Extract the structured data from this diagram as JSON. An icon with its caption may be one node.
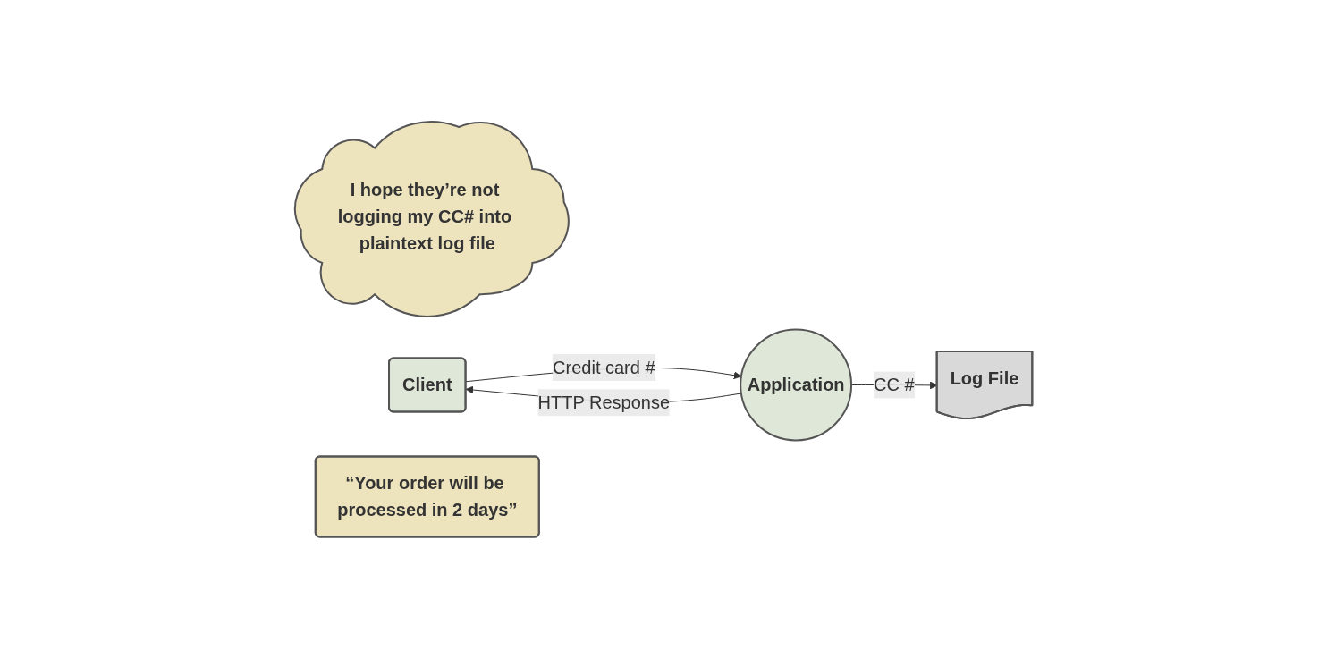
{
  "diagram": {
    "nodes": [
      {
        "text": [
          "I hope they’re not logging my CC# into plaintext log file"
        ]
      },
      {
        "text": [
          "Client"
        ]
      },
      {
        "text": [
          "Application"
        ]
      },
      {
        "text": [
          "Log File"
        ]
      },
      {
        "text": [
          "“Your order will be processed in 2 days”"
        ]
      }
    ],
    "edges": [
      {
        "from": 1,
        "to": 2,
        "label": "Credit card #",
        "arrow": "to"
      },
      {
        "from": 2,
        "to": 1,
        "label": "HTTP Response",
        "arrow": "to"
      },
      {
        "from": 2,
        "to": 3,
        "label": "CC #",
        "arrow": "to"
      }
    ]
  }
}
